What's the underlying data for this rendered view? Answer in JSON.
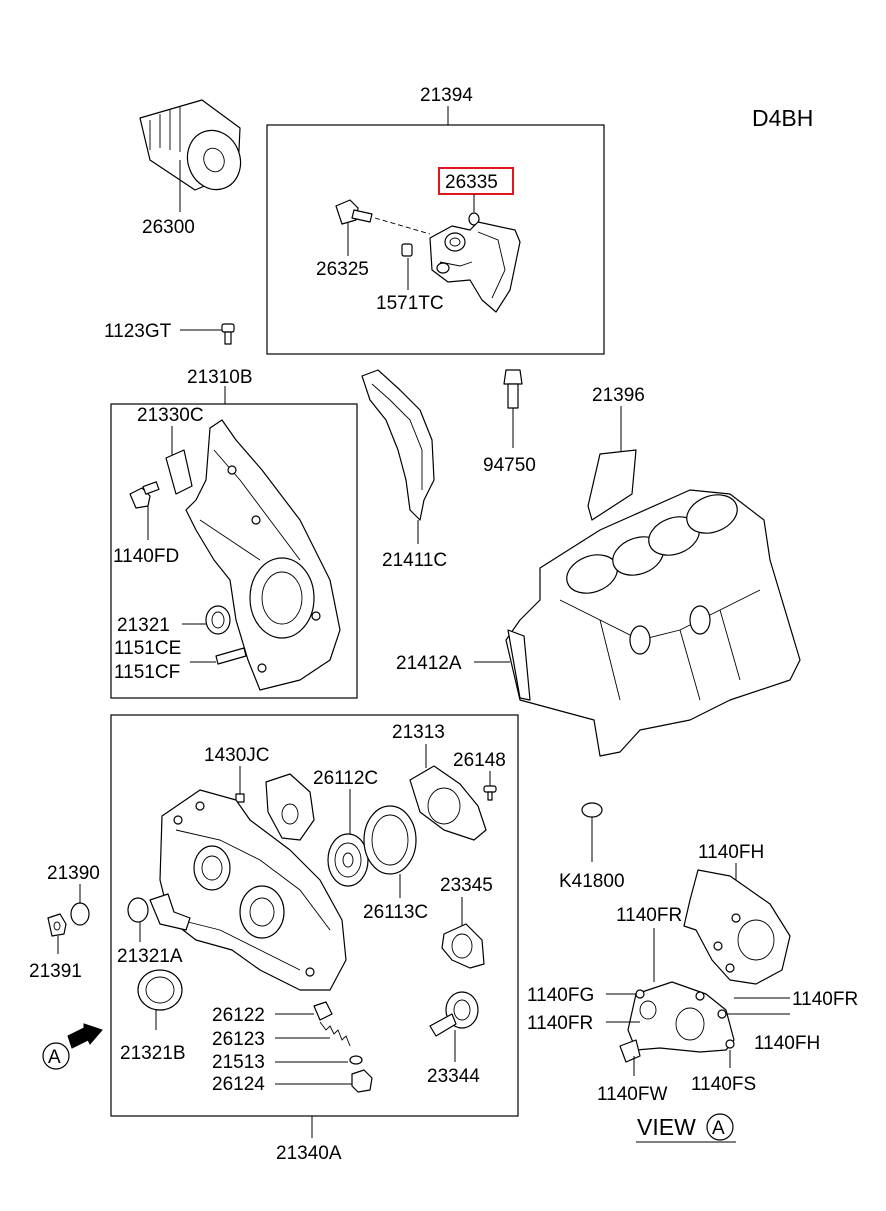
{
  "model_code": "D4BH",
  "view_label": "VIEW",
  "view_letter": "A",
  "arrow_letter": "A",
  "highlight_part": "26335",
  "highlight_color": "#e0161e",
  "parts": {
    "p21394": "21394",
    "p26335": "26335",
    "p26300": "26300",
    "p26325": "26325",
    "p1571TC": "1571TC",
    "p1123GT": "1123GT",
    "p21310B": "21310B",
    "p21330C": "21330C",
    "p1140FD": "1140FD",
    "p21321": "21321",
    "p1151CE": "1151CE",
    "p1151CF": "1151CF",
    "p21411C": "21411C",
    "p94750": "94750",
    "p21396": "21396",
    "p21412A": "21412A",
    "p1430JC": "1430JC",
    "p21313": "21313",
    "p26148": "26148",
    "p26112C": "26112C",
    "p26113C": "26113C",
    "p23345": "23345",
    "p21390": "21390",
    "p21391": "21391",
    "p21321A": "21321A",
    "p21321B": "21321B",
    "p26122": "26122",
    "p26123": "26123",
    "p21513": "21513",
    "p26124": "26124",
    "p23344": "23344",
    "p21340A": "21340A",
    "pK41800": "K41800",
    "p1140FH_a": "1140FH",
    "p1140FR_a": "1140FR",
    "p1140FG": "1140FG",
    "p1140FR_b": "1140FR",
    "p1140FR_c": "1140FR",
    "p1140FH_b": "1140FH",
    "p1140FW": "1140FW",
    "p1140FS": "1140FS"
  }
}
